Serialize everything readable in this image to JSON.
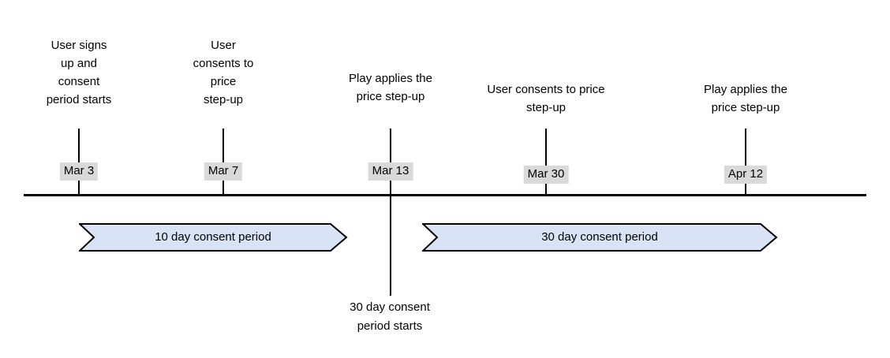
{
  "colors": {
    "bg": "#ffffff",
    "text": "#000000",
    "line": "#000000",
    "chip-bg": "#d9d9d9",
    "banner-fill": "#d8e4f6",
    "banner-stroke": "#000000"
  },
  "diagram": {
    "milestones": [
      {
        "date": "Mar 3",
        "label": "User signs\nup and\nconsent\nperiod starts"
      },
      {
        "date": "Mar 7",
        "label": "User\nconsents to\nprice\nstep-up"
      },
      {
        "date": "Mar 13",
        "label": "Play applies the\nprice step-up"
      },
      {
        "date": "Mar 30",
        "label": "User consents to price\nstep-up"
      },
      {
        "date": "Apr 12",
        "label": "Play applies the\nprice step-up"
      }
    ],
    "periods": [
      {
        "label": "10 day consent period"
      },
      {
        "label": "30 day consent period"
      }
    ],
    "annotation": "30 day consent\nperiod starts"
  }
}
